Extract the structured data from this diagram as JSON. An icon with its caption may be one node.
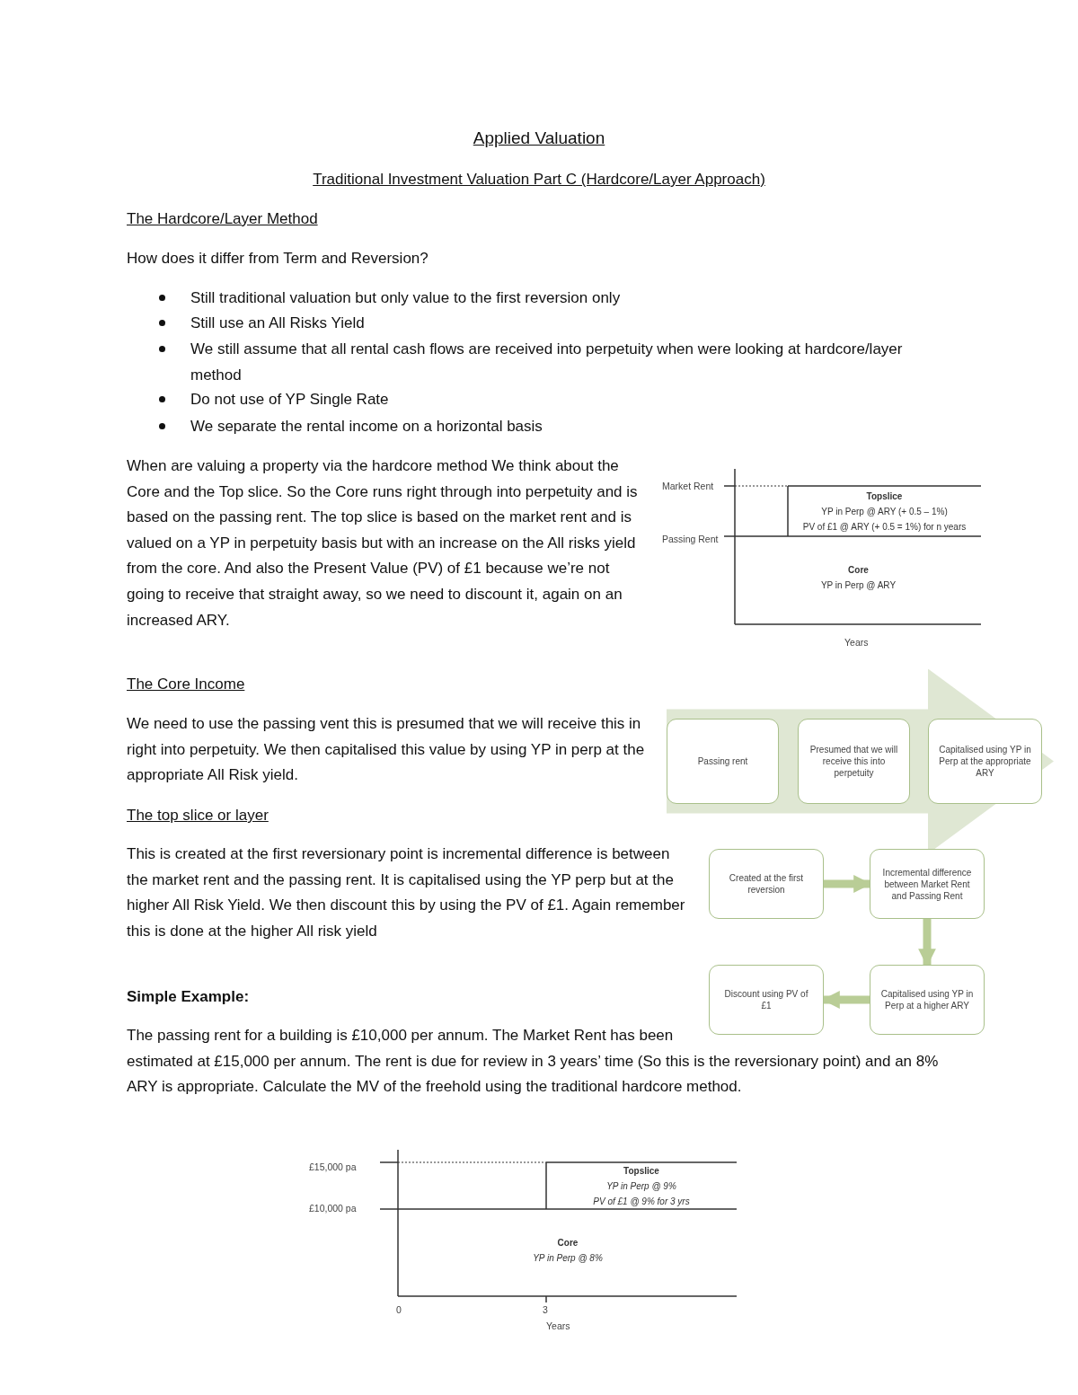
{
  "diagram": {
    "title": "Applied Valuation",
    "nodes": [
      {
        "text": [
          "Topslice",
          "YP in Perp @ ARY (+ 0.5 – 1%)",
          "PV of £1 @ ARY (+ 0.5 = 1%) for n years"
        ]
      },
      {
        "text": [
          "Core",
          "YP in Perp @ ARY"
        ]
      },
      {
        "text": [
          "Passing rent"
        ]
      },
      {
        "text": [
          "Presumed that we will receive this into perpetuity"
        ]
      },
      {
        "text": [
          "Capitalised using YP in Perp at the appropriate ARY"
        ]
      },
      {
        "text": [
          "Created at the first reversion"
        ]
      },
      {
        "text": [
          "Incremental difference between Market Rent and Passing Rent"
        ]
      },
      {
        "text": [
          "Discount using PV of £1"
        ]
      },
      {
        "text": [
          "Capitalised using YP in Perp at a higher ARY"
        ]
      },
      {
        "text": [
          "Topslice",
          "YP in Perp @ 9%",
          "PV of £1 @ 9% for 3 yrs"
        ]
      },
      {
        "text": [
          "Core",
          "YP in Perp @ 8%"
        ]
      }
    ],
    "edges": [
      {
        "from": 2,
        "to": 3,
        "arrow": "none",
        "style": "thick"
      },
      {
        "from": 3,
        "to": 4,
        "arrow": "to",
        "style": "thick"
      },
      {
        "from": 5,
        "to": 6,
        "arrow": "to"
      },
      {
        "from": 6,
        "to": 8,
        "arrow": "to"
      },
      {
        "from": 8,
        "to": 7,
        "arrow": "to"
      }
    ],
    "labels": [
      "Traditional Investment Valuation Part C (Hardcore/Layer Approach)",
      "The Hardcore/Layer Method",
      "How does it differ from Term and Reversion?",
      "Still traditional valuation but only value to the first reversion only",
      "Still use an All Risks Yield",
      "We still assume that all rental cash flows are received into perpetuity when were looking at hardcore/layer method",
      "Do not use of YP Single Rate",
      "We separate the rental income on a horizontal basis",
      "When are valuing a property via the hardcore method We think about the Core and the Top slice. So the Core runs right through into perpetuity and is based on the passing rent. The top slice is based on the market rent and is valued on a YP in perpetuity basis but with an increase on the All risks yield from the core. And also the Present Value (PV) of £1 because we’re not going to receive that straight away, so we need to discount it, again on an increased ARY.",
      "Market Rent",
      "Passing Rent",
      "Years",
      "The Core Income",
      "We need to use the passing vent this is presumed that we will receive this in right into perpetuity. We then capitalised this value by using YP in perp at the appropriate All Risk yield.",
      "The top slice or layer",
      "This is created at the first reversionary point is incremental difference is between the market rent and the passing rent. It is capitalised using the YP perp but at the higher All Risk Yield. We then discount this by using the PV of £1. Again remember this is done at the higher All risk yield",
      "Simple Example:",
      "The passing rent for a building is £10,000 per annum. The Market Rent has been estimated at £15,000 per annum. The rent is due for review in 3 years’ time (So this is the reversionary point) and an 8% ARY is appropriate. Calculate the MV of the freehold using the traditional hardcore method.",
      "£15,000 pa",
      "£10,000 pa",
      "0",
      "3",
      "Years"
    ]
  }
}
